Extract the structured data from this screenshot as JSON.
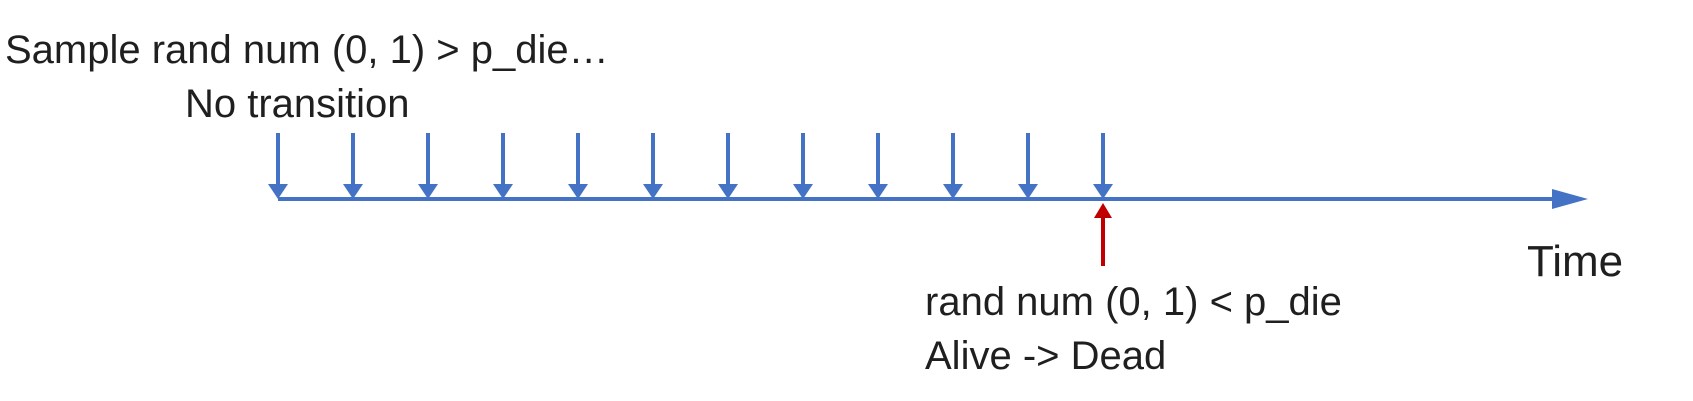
{
  "labels": {
    "sample_line1": "Sample rand num (0, 1) > p_die…",
    "sample_line2": "No transition",
    "time": "Time",
    "death_line1": "rand num (0, 1) < p_die",
    "death_line2": "Alive -> Dead"
  },
  "diagram": {
    "type": "timeline",
    "sample_ticks": 12,
    "death_event_tick_index": 11,
    "timeline_color": "#4472C4",
    "event_color": "#C00000",
    "text_color": "#1f1f1f",
    "background_color": "#ffffff"
  }
}
